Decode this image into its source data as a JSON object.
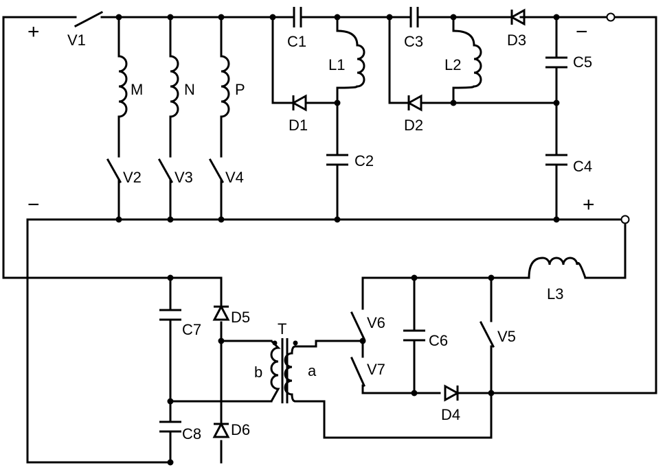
{
  "labels": {
    "V1": "V1",
    "V2": "V2",
    "V3": "V3",
    "V4": "V4",
    "V5": "V5",
    "V6": "V6",
    "V7": "V7",
    "M": "M",
    "N": "N",
    "P": "P",
    "C1": "C1",
    "C2": "C2",
    "C3": "C3",
    "C4": "C4",
    "C5": "C5",
    "C6": "C6",
    "C7": "C7",
    "C8": "C8",
    "L1": "L1",
    "L2": "L2",
    "L3": "L3",
    "D1": "D1",
    "D2": "D2",
    "D3": "D3",
    "D4": "D4",
    "D5": "D5",
    "D6": "D6",
    "T": "T",
    "a": "a",
    "b": "b"
  },
  "signs": {
    "input_plus": "+",
    "input_minus": "−",
    "output_minus": "−",
    "output_plus": "+"
  }
}
